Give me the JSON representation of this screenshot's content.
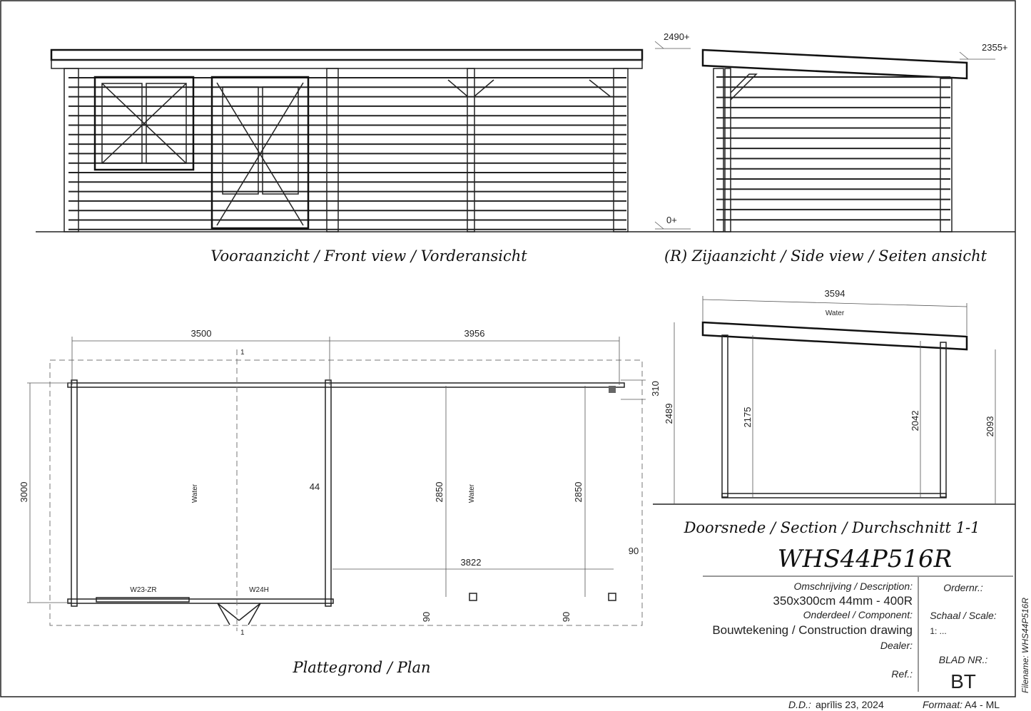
{
  "front_view": {
    "caption": "Vooraanzicht / Front view / Vorderansicht"
  },
  "side_view": {
    "caption": "(R) Zijaanzicht / Side view / Seiten ansicht",
    "levels": [
      "2490+",
      "2355+",
      "0+"
    ]
  },
  "plan": {
    "caption": "Plattegrond / Plan",
    "dimensions": {
      "left_width": "3500",
      "right_width": "3956",
      "depth": "3000",
      "wall": "44",
      "inner_left": "2850",
      "inner_right": "2850",
      "post_span": "3822",
      "offset_top": "310",
      "offset_right": "90",
      "post_a": "90",
      "post_b": "90"
    },
    "labels": {
      "water_left": "Water",
      "water_right": "Water",
      "window": "W23-ZR",
      "door": "W24H",
      "section_marker_top": "1",
      "section_marker_bottom": "1"
    }
  },
  "section": {
    "caption": "Doorsnede  / Section / Durchschnitt 1-1",
    "dimensions": {
      "roof_length": "3594",
      "total_height": "2489",
      "left_inner": "2175",
      "right_inner": "2042",
      "right_outer": "2093"
    },
    "water_label": "Water"
  },
  "title_block": {
    "model": "WHS44P516R",
    "description_label": "Omschrijving / Description:",
    "description": "350x300cm 44mm - 400R",
    "component_label": "Onderdeel / Component:",
    "component": "Bouwtekening / Construction drawing",
    "dealer_label": "Dealer:",
    "ref_label": "Ref.:",
    "order_label": "Ordernr.:",
    "scale_label": "Schaal / Scale:",
    "scale": "1: ...",
    "sheet_label": "BLAD NR.:",
    "sheet": "BT",
    "filename": "Filename: WHS44P516R",
    "date_label": "D.D.:",
    "date": "aprīlis 23, 2024",
    "format_label": "Formaat:",
    "format": "A4 - ML"
  }
}
